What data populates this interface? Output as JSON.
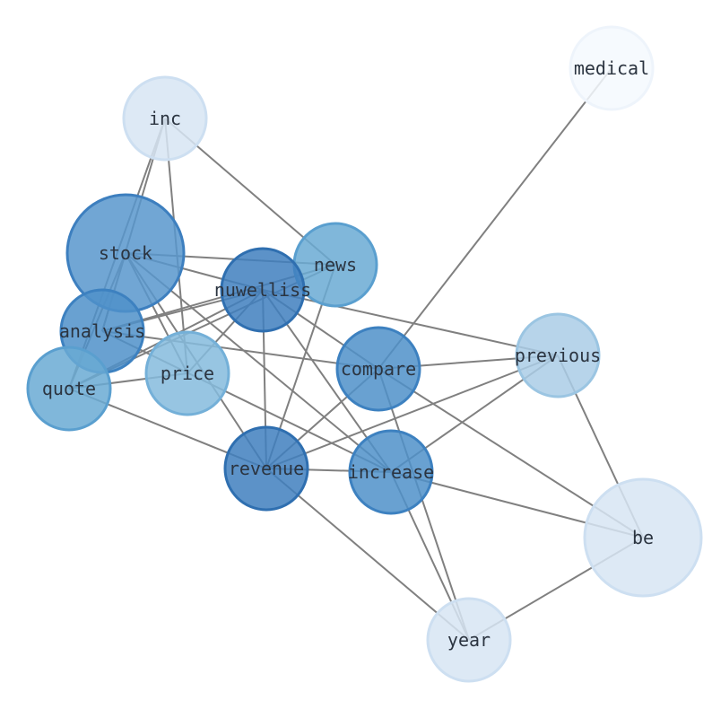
{
  "nodes": [
    {
      "id": "medical",
      "label": "medical",
      "fill": "#f5f9fe",
      "stroke": "#eef4fb"
    },
    {
      "id": "inc",
      "label": "inc",
      "fill": "#d7e5f3",
      "stroke": "#cddff1"
    },
    {
      "id": "stock",
      "label": "stock",
      "fill": "#5896cd",
      "stroke": "#3d7fbf"
    },
    {
      "id": "news",
      "label": "news",
      "fill": "#6aaad4",
      "stroke": "#5a9fcf"
    },
    {
      "id": "nuwelliss",
      "label": "nuwelliss",
      "fill": "#3f7fbe",
      "stroke": "#2f6fb0"
    },
    {
      "id": "analysis",
      "label": "analysis",
      "fill": "#4f90c9",
      "stroke": "#3d81c0"
    },
    {
      "id": "quote",
      "label": "quote",
      "fill": "#6aaad4",
      "stroke": "#5a9fcf"
    },
    {
      "id": "price",
      "label": "price",
      "fill": "#85bbdd",
      "stroke": "#74b0d8"
    },
    {
      "id": "compare",
      "label": "compare",
      "fill": "#4f90c9",
      "stroke": "#3d81c0"
    },
    {
      "id": "previous",
      "label": "previous",
      "fill": "#aacde6",
      "stroke": "#9bc5e2"
    },
    {
      "id": "revenue",
      "label": "revenue",
      "fill": "#3f7fbe",
      "stroke": "#2f6fb0"
    },
    {
      "id": "increase",
      "label": "increase",
      "fill": "#4f90c9",
      "stroke": "#3d81c0"
    },
    {
      "id": "be",
      "label": "be",
      "fill": "#d7e5f3",
      "stroke": "#cddff1"
    },
    {
      "id": "year",
      "label": "year",
      "fill": "#d7e5f3",
      "stroke": "#cddff1"
    }
  ],
  "edges": [
    [
      "medical",
      "compare"
    ],
    [
      "inc",
      "news"
    ],
    [
      "inc",
      "analysis"
    ],
    [
      "inc",
      "quote"
    ],
    [
      "inc",
      "price"
    ],
    [
      "stock",
      "news"
    ],
    [
      "stock",
      "nuwelliss"
    ],
    [
      "stock",
      "analysis"
    ],
    [
      "stock",
      "quote"
    ],
    [
      "stock",
      "price"
    ],
    [
      "stock",
      "revenue"
    ],
    [
      "stock",
      "increase"
    ],
    [
      "news",
      "analysis"
    ],
    [
      "news",
      "quote"
    ],
    [
      "news",
      "revenue"
    ],
    [
      "nuwelliss",
      "analysis"
    ],
    [
      "nuwelliss",
      "quote"
    ],
    [
      "nuwelliss",
      "price"
    ],
    [
      "nuwelliss",
      "compare"
    ],
    [
      "nuwelliss",
      "revenue"
    ],
    [
      "nuwelliss",
      "increase"
    ],
    [
      "nuwelliss",
      "previous"
    ],
    [
      "analysis",
      "compare"
    ],
    [
      "analysis",
      "increase"
    ],
    [
      "quote",
      "revenue"
    ],
    [
      "quote",
      "price"
    ],
    [
      "compare",
      "previous"
    ],
    [
      "compare",
      "revenue"
    ],
    [
      "compare",
      "year"
    ],
    [
      "compare",
      "be"
    ],
    [
      "previous",
      "increase"
    ],
    [
      "previous",
      "revenue"
    ],
    [
      "previous",
      "be"
    ],
    [
      "revenue",
      "increase"
    ],
    [
      "revenue",
      "year"
    ],
    [
      "increase",
      "be"
    ],
    [
      "increase",
      "year"
    ],
    [
      "be",
      "year"
    ]
  ]
}
